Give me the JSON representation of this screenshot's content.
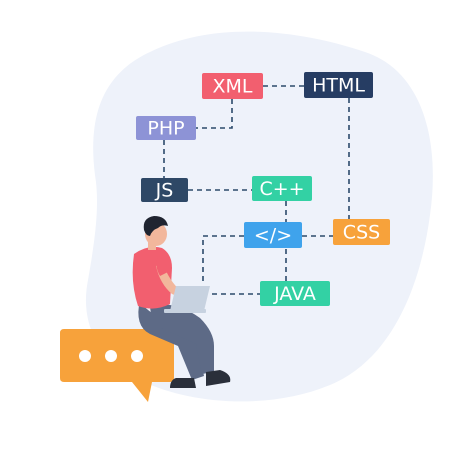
{
  "nodes": {
    "xml": {
      "label": "XML",
      "color": "#f25f6f"
    },
    "html": {
      "label": "HTML",
      "color": "#263d63"
    },
    "php": {
      "label": "PHP",
      "color": "#8d93d6"
    },
    "js": {
      "label": "JS",
      "color": "#2e4866"
    },
    "cpp": {
      "label": "C++",
      "color": "#33d1a4"
    },
    "code": {
      "label": "</>",
      "color": "#3fa3ec"
    },
    "css": {
      "label": "CSS",
      "color": "#f7a23b"
    },
    "java": {
      "label": "JAVA",
      "color": "#33d1a4"
    }
  },
  "colors": {
    "blob": "#eef2fa",
    "bubble": "#f7a23b",
    "shirt": "#f25f6f",
    "pants": "#5d6a86",
    "laptop": "#c7d2e0"
  },
  "icons": {
    "chat_bubble": "chat-bubble-icon",
    "laptop": "laptop-icon"
  }
}
